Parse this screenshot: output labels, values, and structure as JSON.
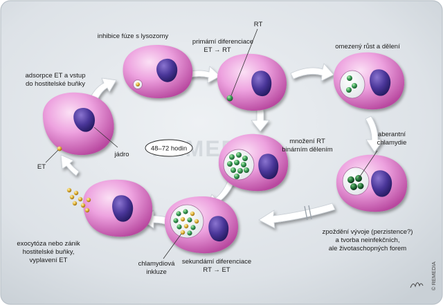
{
  "labels": {
    "adsorpce_1": "adsorpce ET a vstup",
    "adsorpce_2": "do hostitelské buňky",
    "inhibice": "inhibice fúze s lysozomy",
    "primarni_1": "primámí diferenciace",
    "primarni_2": "ET → RT",
    "rt": "RT",
    "omezeny": "omezený růst a dělení",
    "jadro": "jádro",
    "et": "ET",
    "hodin": "48–72 hodin",
    "mnozeni_1": "množení RT",
    "mnozeni_2": "binárním dělením",
    "aberantni_1": "aberantní",
    "aberantni_2": "chlamydie",
    "exocytoza_1": "exocytóza nebo zánik",
    "exocytoza_2": "hostitelské buňky,",
    "exocytoza_3": "vyplavení ET",
    "inkluze_1": "chlamydiová",
    "inkluze_2": "inkluze",
    "sekundarni_1": "sekundámí diferenciace",
    "sekundarni_2": "RT → ET",
    "zpozdeni_1": "zpoždění vývoje (perzistence?)",
    "zpozdeni_2": "a tvorba neinfekčních,",
    "zpozdeni_3": "ale životaschopných forem",
    "watermark": "REMEDIA",
    "copyright": "© REMEDIA"
  },
  "icons": {
    "cell": "pink-host-cell",
    "nucleus": "purple-nucleus-shape",
    "arrow": "white-curved-arrow",
    "signature": "artist-signature"
  },
  "colors": {
    "cell_light": "#f6c8ec",
    "cell_mid": "#e48ad2",
    "cell_dark": "#b8489f",
    "nucleus_light": "#8a74d0",
    "nucleus_dark": "#2e2174",
    "rt_green": "#3fa35c",
    "et_gold": "#e0b43c",
    "arrow_fill": "#ffffff",
    "background": "#d7dde2"
  }
}
